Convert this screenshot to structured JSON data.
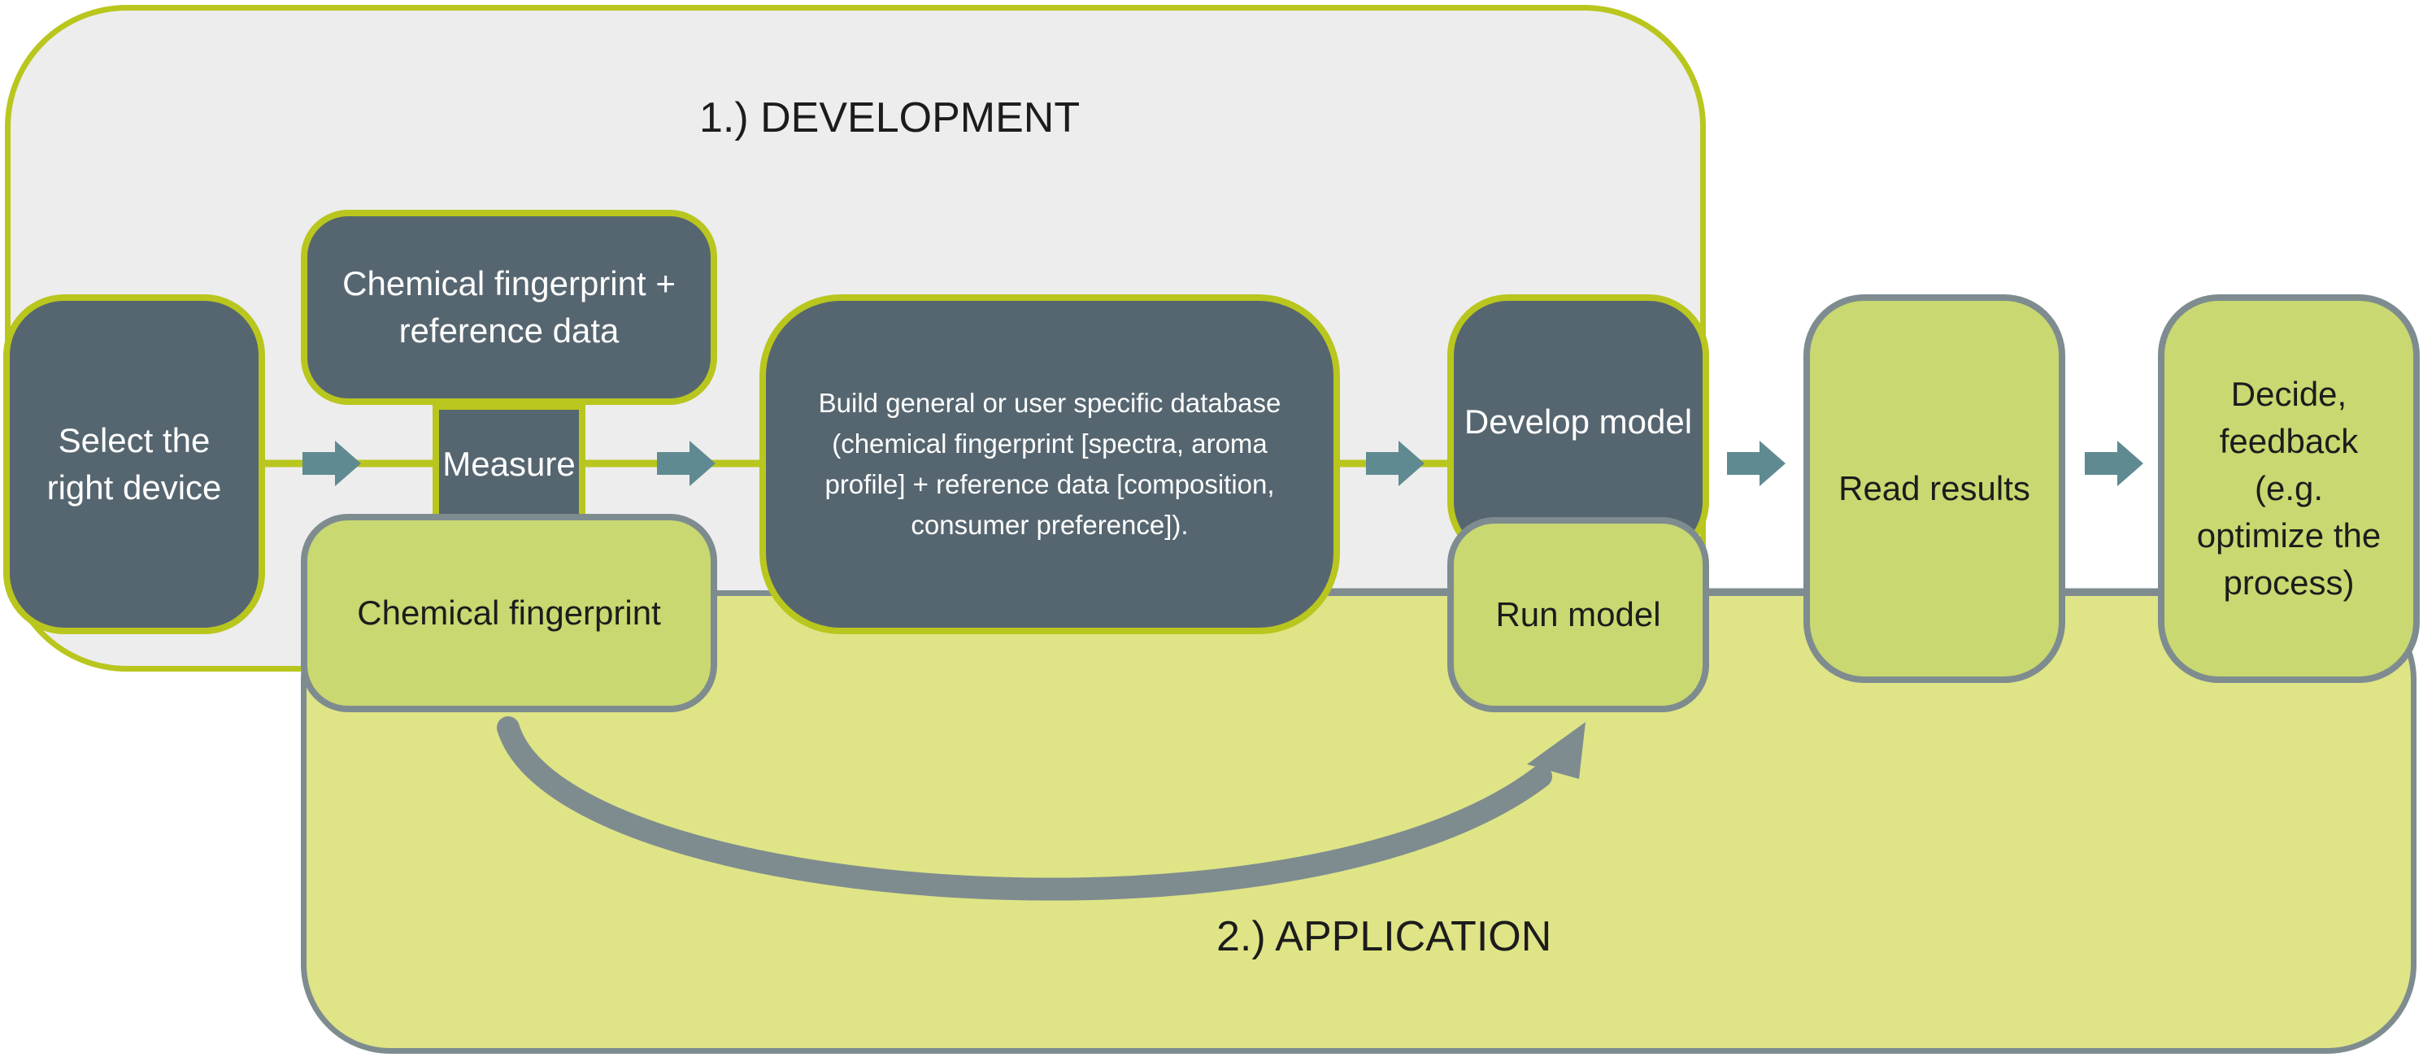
{
  "phases": {
    "development": "1.) DEVELOPMENT",
    "application": "2.) APPLICATION"
  },
  "steps": {
    "select_device": "Select the right device",
    "fingerprint_reference": "Chemical fingerprint + reference data",
    "measure": "Measure",
    "chemical_fingerprint": "Chemical fingerprint",
    "build_database": "Build general or user specific database (chemical fingerprint [spectra, aroma profile] + reference data [composition, consumer preference]).",
    "develop_model": "Develop model",
    "run_model": "Run model",
    "read_results": "Read results",
    "decide_feedback": "Decide, feedback (e.g. optimize the process)"
  },
  "colors": {
    "dark_box": "#566670",
    "light_box": "#c9d870",
    "development_border": "#b9c61e",
    "application_border": "#7e8c90",
    "development_panel": "#ededed",
    "application_panel": "#dfe486",
    "arrow": "#5f8a91"
  }
}
